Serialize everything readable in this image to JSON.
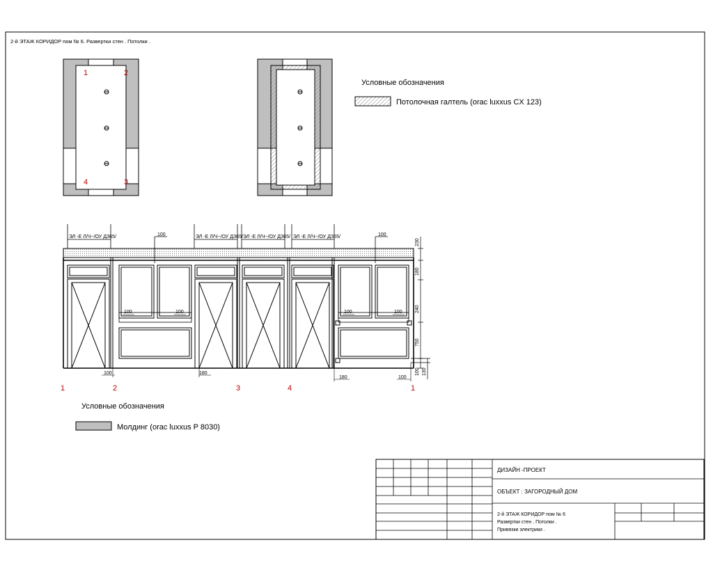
{
  "header": {
    "title": "2-й ЭТАЖ КОРИДОР пом    № 6. Развертки стен  . Потолки ."
  },
  "plan_left": {
    "corner_labels": [
      "1",
      "2",
      "4",
      "3"
    ]
  },
  "legend_top": {
    "title": "Условные обозначения",
    "item_label": "Потолочная галтель  (orac luxxus CX 123)"
  },
  "elevation": {
    "top_dims": [
      "100",
      "100"
    ],
    "side_dims": [
      "230",
      "180",
      "240",
      "750",
      "100",
      "130"
    ],
    "panel_dims": [
      "100",
      "100",
      "100",
      "100"
    ],
    "bottom_dims": [
      "100",
      "180",
      "180",
      "100"
    ],
    "wall_labels": [
      "1",
      "2",
      "3",
      "4",
      "1"
    ],
    "door_tag": "ЭЛ -Е Л/Ч~/ОУ ДЗ65/"
  },
  "legend_bottom": {
    "title": "Условные обозначения",
    "item_label": "Молдинг (orac luxxus P 8030)"
  },
  "title_block": {
    "row1": "ДИЗАЙН -ПРОЕКТ",
    "row2": "ОБЪЕКТ : ЗАГОРОДНЫЙ ДОМ",
    "row3_lines": [
      "2-й ЭТАЖ КОРИДОР пом    № 6",
      "Развертки стен  . Потолки .",
      "Привязки электрики   ."
    ]
  },
  "colors": {
    "molding_gray": "#bfbfbf",
    "label_red": "#c00000"
  }
}
